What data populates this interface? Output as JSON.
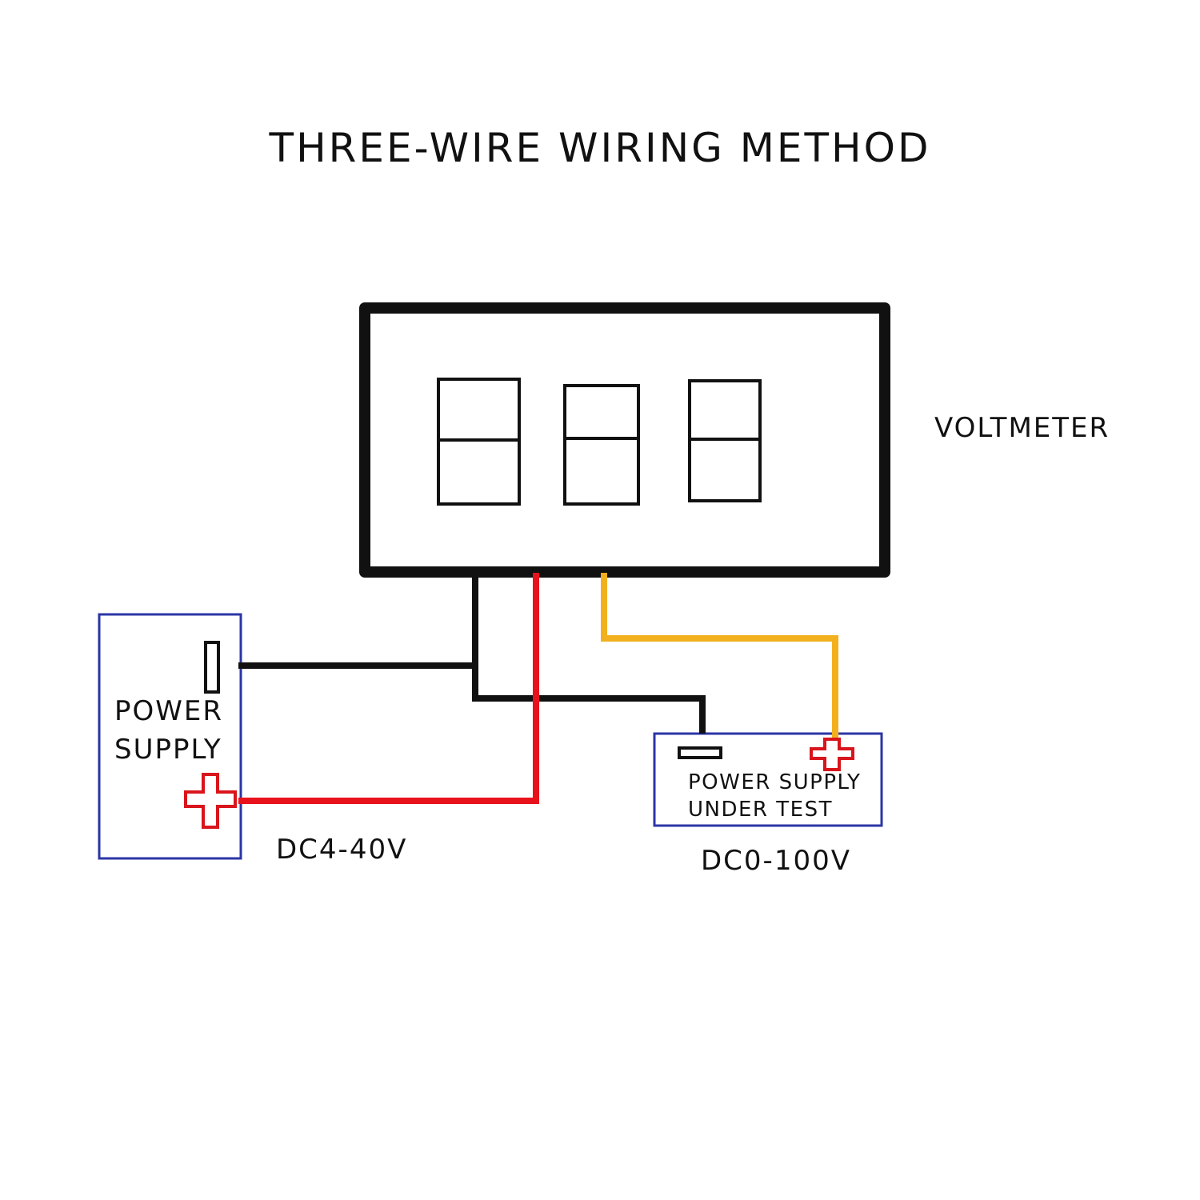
{
  "title": "THREE-WIRE WIRING METHOD",
  "voltmeter": {
    "label": "VOLTMETER",
    "digit_count": 3
  },
  "power_supply": {
    "label_line1": "POWER",
    "label_line2": "SUPPLY",
    "voltage": "DC4-40V"
  },
  "power_supply_under_test": {
    "label_line1": "POWER SUPPLY",
    "label_line2": "UNDER TEST",
    "voltage": "DC0-100V"
  },
  "colors": {
    "outline": "#111111",
    "box_border": "#2b35a6",
    "wire_black": "#111111",
    "wire_red": "#e8121c",
    "wire_yellow": "#f2b01e",
    "plus_symbol": "#d9151c"
  },
  "icons": {
    "negative_terminal": "minus-terminal-icon",
    "positive_terminal": "plus-terminal-icon"
  }
}
